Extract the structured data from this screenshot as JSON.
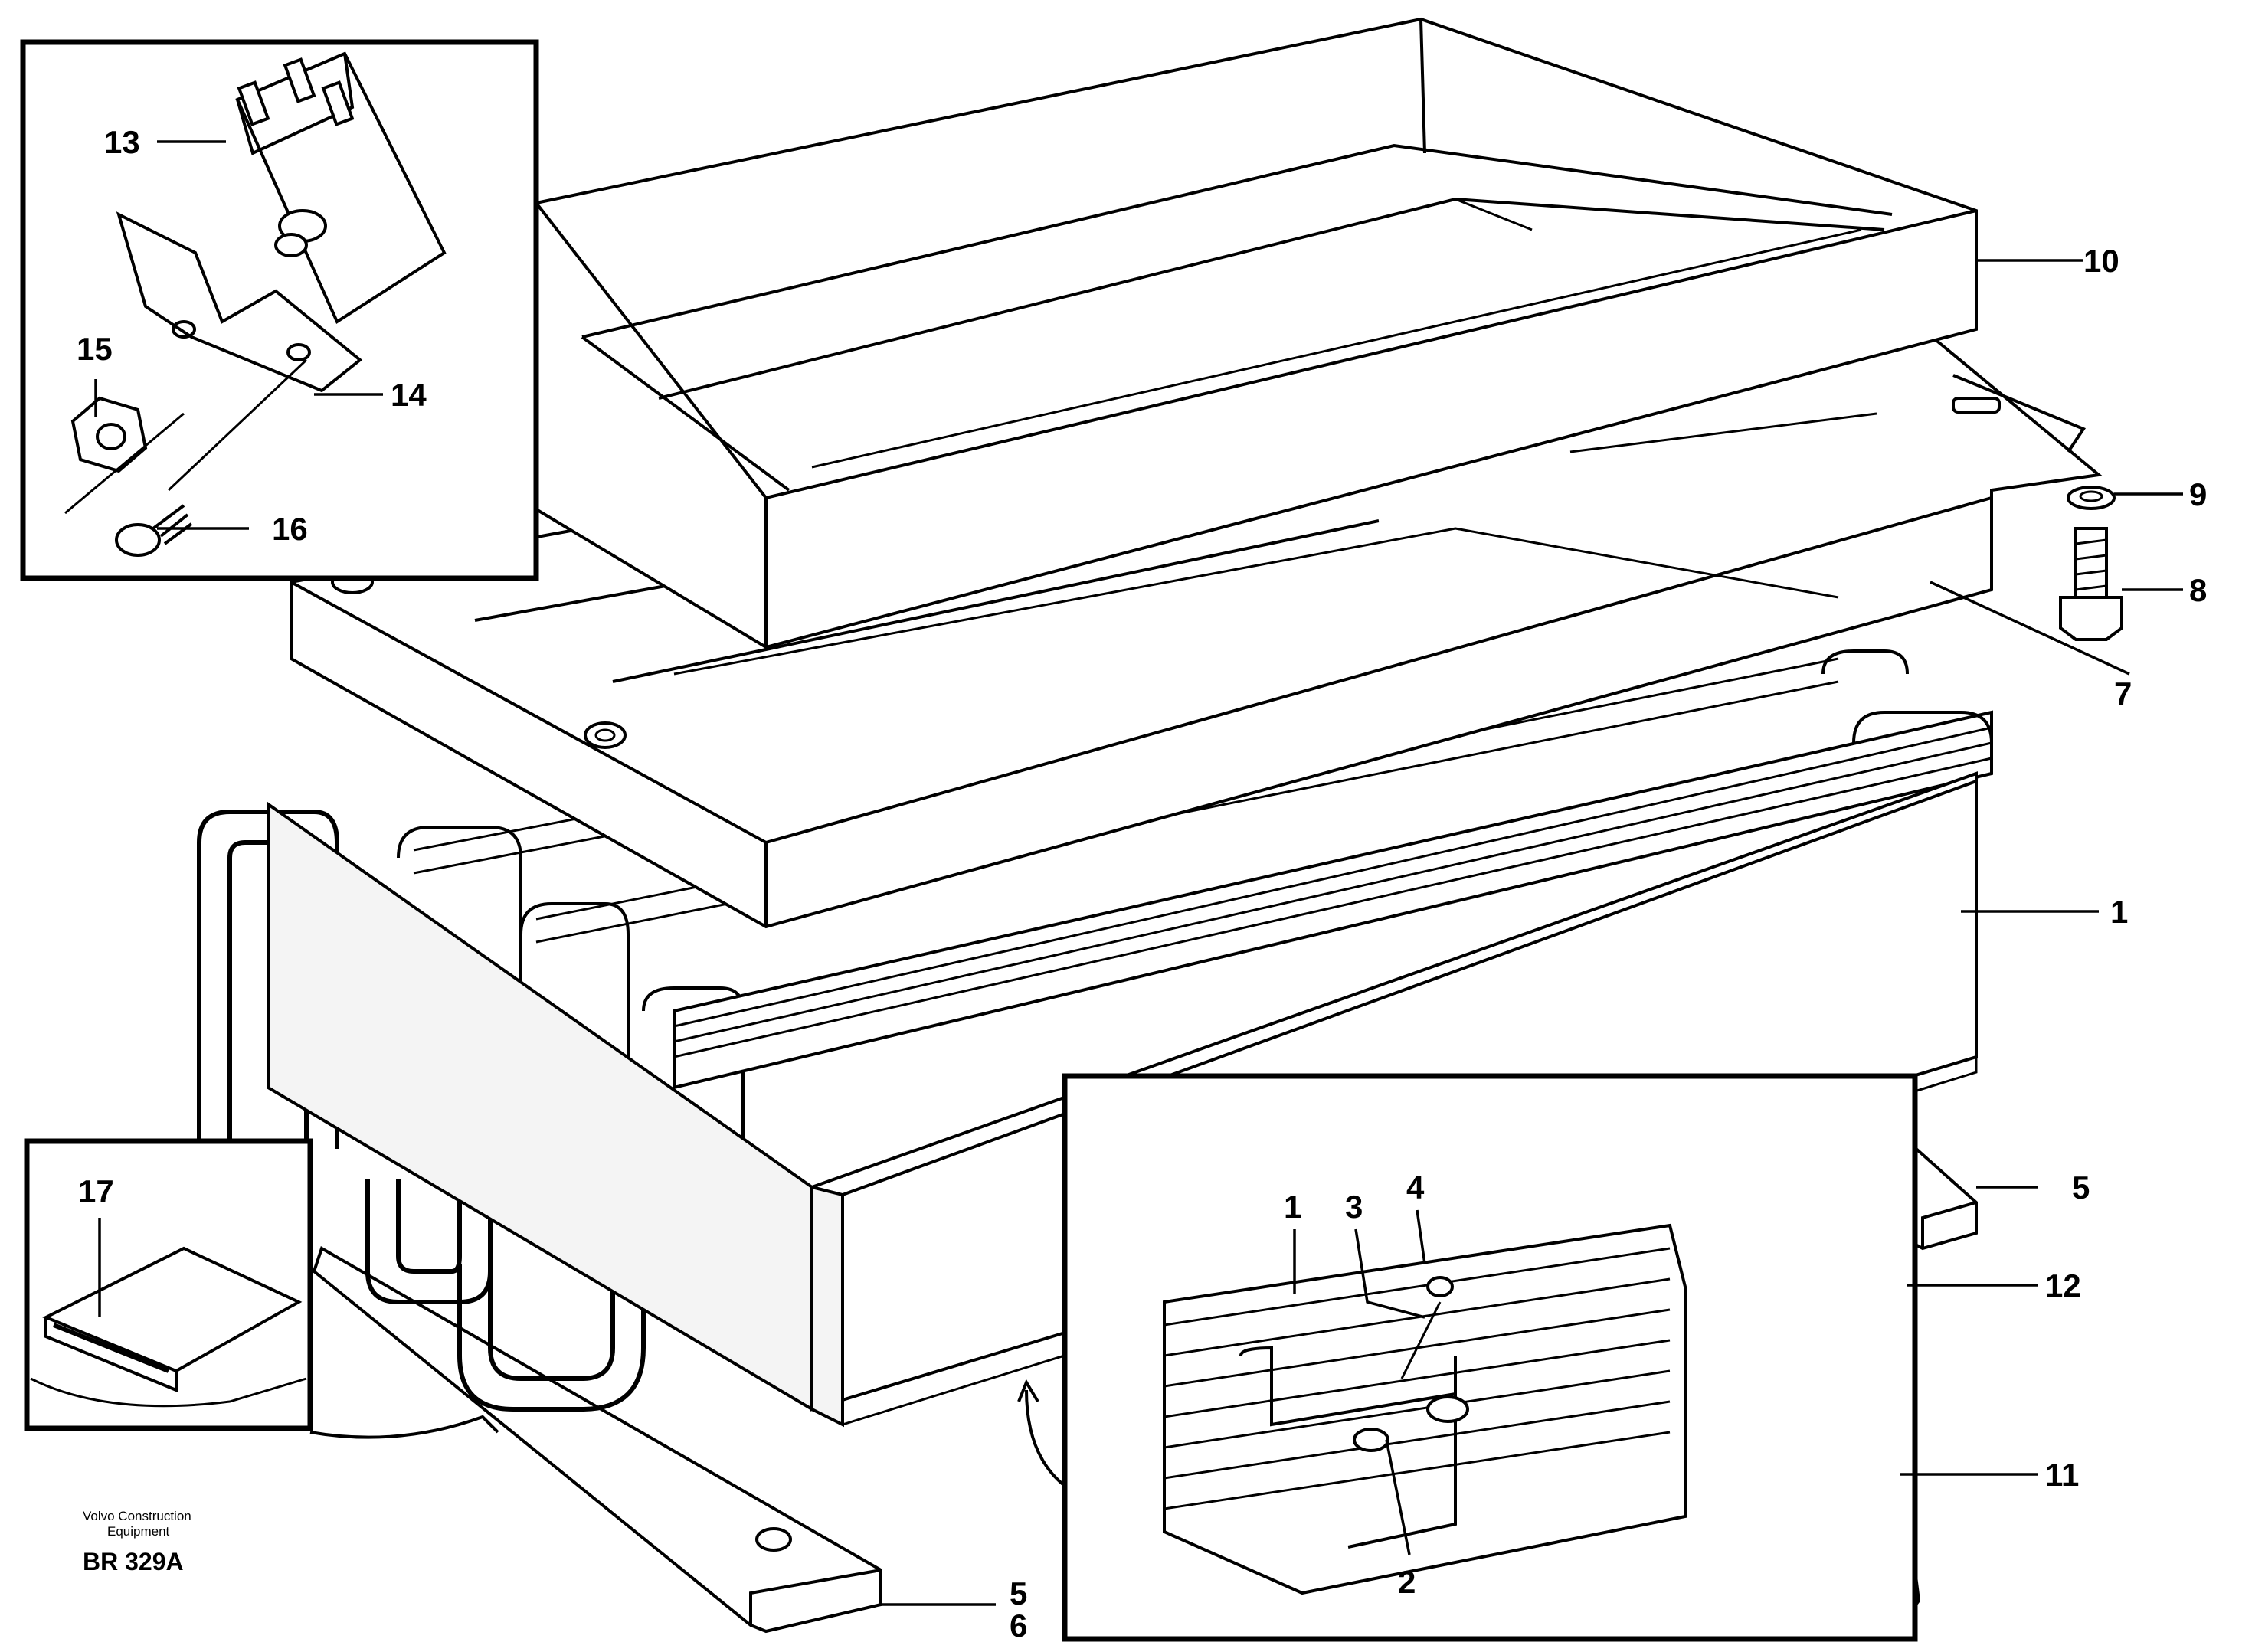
{
  "callouts": {
    "c1": "1",
    "c2": "2",
    "c3": "3",
    "c4": "4",
    "c5": "5",
    "c6": "6",
    "c7": "7",
    "c8": "8",
    "c9": "9",
    "c10": "10",
    "c11": "11",
    "c12": "12",
    "c13": "13",
    "c14": "14",
    "c15": "15",
    "c16": "16",
    "c17": "17"
  },
  "inset_callouts": {
    "i1": "1",
    "i2": "2",
    "i3": "3",
    "i4": "4"
  },
  "brand_line1": "Volvo Construction",
  "brand_line2": "Equipment",
  "reference": "BR 329A"
}
